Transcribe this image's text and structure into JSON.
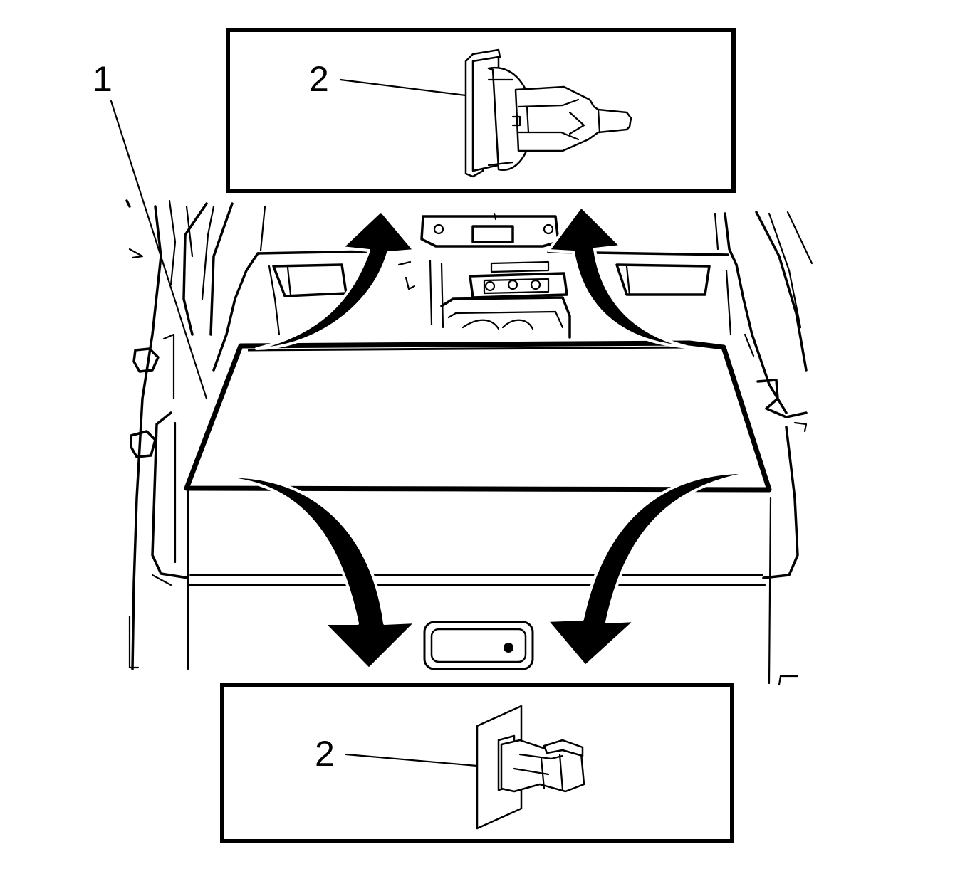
{
  "callouts": {
    "cover": "1",
    "retainer_upper": "2",
    "retainer_lower": "2"
  },
  "icons": {
    "upper_detail": "push-pin-retainer-icon",
    "lower_detail": "clip-retainer-icon",
    "arrows": "curved-arrow-icon"
  },
  "colors": {
    "line": "#000000",
    "background": "#ffffff"
  }
}
